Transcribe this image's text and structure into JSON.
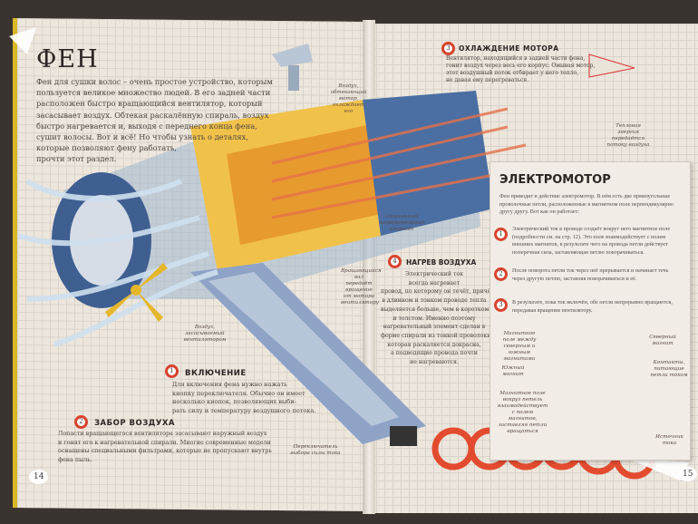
{
  "left_page": {
    "title": "ФЕН",
    "intro": [
      "Фен для сушки волос – очень простое устройство, которым",
      "пользуется великое множество людей. В его задней части",
      "расположен быстро вращающийся вентилятор, который",
      "засасывает воздух. Обтекая раскалённую спираль, воздух",
      "быстро нагревается и, выходя с переднего конца фена,",
      "сушит волосы. Вот и всё! Но чтобы узнать о деталях,",
      "которые позволяют фену работать,",
      "прочти этот раздел."
    ],
    "step1": {
      "num": "1",
      "title": "ВКЛЮЧЕНИЕ",
      "text": [
        "Для включения фена нужно нажать",
        "кнопку переключателя. Обычно он имеет",
        "несколько кнопок, позволяющих выби-",
        "рать силу и температуру воздушного потока."
      ]
    },
    "step2": {
      "num": "2",
      "title": "ЗАБОР ВОЗДУХА",
      "text": [
        "Лопасти вращающегося вентилятора засасывают наружный воздух",
        "и гонят его к нагревательной спирали. Многие современные модели",
        "оснащены специальными фильтрами, которые не пропускают внутрь",
        "фена пыль."
      ]
    },
    "labels": {
      "air_intake": "Воздух, засасываемый вентилятором",
      "switch": "Переключатель выбора силы тока",
      "air_cooling": "Воздух, обтекающий мотор, охлаждает его"
    },
    "page_number": "14"
  },
  "right_page": {
    "step3": {
      "num": "3",
      "title": "ОХЛАЖДЕНИЕ МОТОРА",
      "text": [
        "Вентилятор, находящийся в задней части фена,",
        "гонит воздух через весь его корпус. Омывая мотор,",
        "этот воздушный поток отбирает у него тепло,",
        "не давая ему перегреваться."
      ]
    },
    "step4": {
      "num": "4",
      "title": "НАГРЕВ ВОЗДУХА",
      "text": [
        "Электрический ток",
        "всегда нагревает",
        "провод, по которому он течёт, причём",
        "в длинном и тонком проводе тепла",
        "выделяется больше, чем в коротком",
        "и толстом. Именно поэтому",
        "нагревательный элемент сделан в",
        "форме спирали из тонкой проволоки,",
        "которая раскаляется докрасна,",
        "а подводящие провода почти",
        "не нагреваются."
      ]
    },
    "labels": {
      "heat": "Тепловая энергия передаётся потоку воздуха",
      "coil": "Спиральный нагревательный элемент",
      "shaft": "Вращающийся вал передаёт вращение от мотора вентилятору"
    },
    "motor_box": {
      "title": "ЭЛЕКТРОМОТОР",
      "intro": [
        "Фен приводит в действие электромотор. В нём есть две прямоугольные",
        "проволочные петли, расположенные в магнитном поле перпендикулярно",
        "другу другу. Вот как он работает:"
      ],
      "items": [
        {
          "num": "1",
          "text": [
            "Электрический ток в проводе создаёт вокруг него магнитное поле",
            "(подробности см. на стр. 12). Это поле взаимодействует с полем",
            "внешних магнитов, в результате чего на провода петли действует",
            "поперечная сила, заставляющая петлю поворачиваться."
          ]
        },
        {
          "num": "2",
          "text": [
            "После поворота петли ток через неё прерывается и начинает течь",
            "через другую петлю, заставляя поворачиваться и её."
          ]
        },
        {
          "num": "3",
          "text": [
            "В результате, пока ток включён, обе петли непрерывно вращаются,",
            "передавая вращение вентилятору."
          ]
        }
      ],
      "labels": {
        "field_between": "Магнитное поле между северным и южным магнитами",
        "south": "Южный магнит",
        "field_loop": "Магнитное поле вокруг петель взаимодействует с полем магнитов, заставляя петли вращаться",
        "north": "Северный магнит",
        "contacts": "Контакты, питающие петли током",
        "source": "Источник тока"
      }
    },
    "page_number": "15"
  },
  "colors": {
    "accent": "#d8432e",
    "spine": "#d9b826",
    "blue_magnet": "#7fa4d0",
    "green_magnet": "#6fb13b"
  }
}
